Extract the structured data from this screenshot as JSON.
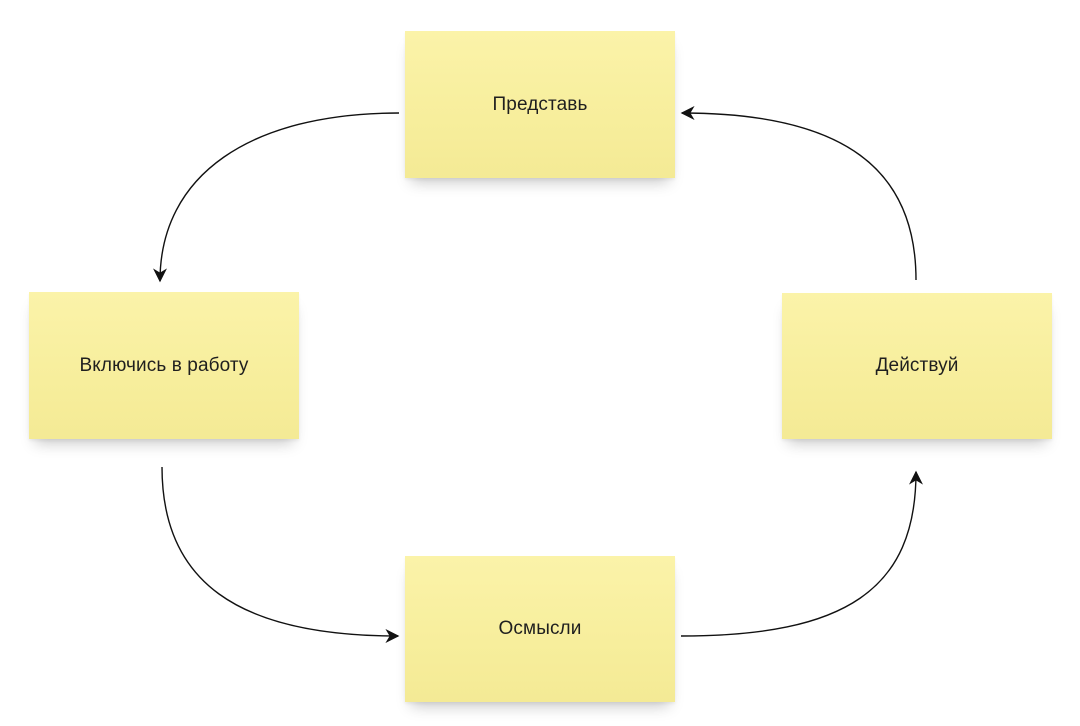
{
  "diagram": {
    "nodes": {
      "top": {
        "label": "Представь"
      },
      "left": {
        "label": "Включись в работу"
      },
      "right": {
        "label": "Действуй"
      },
      "bottom": {
        "label": "Осмысли"
      }
    },
    "edges": [
      {
        "from": "top",
        "to": "left"
      },
      {
        "from": "left",
        "to": "bottom"
      },
      {
        "from": "bottom",
        "to": "right"
      },
      {
        "from": "right",
        "to": "top"
      }
    ],
    "colors": {
      "note": "#f7ee9c",
      "arrow": "#111111",
      "text": "#1f1f1f"
    }
  }
}
